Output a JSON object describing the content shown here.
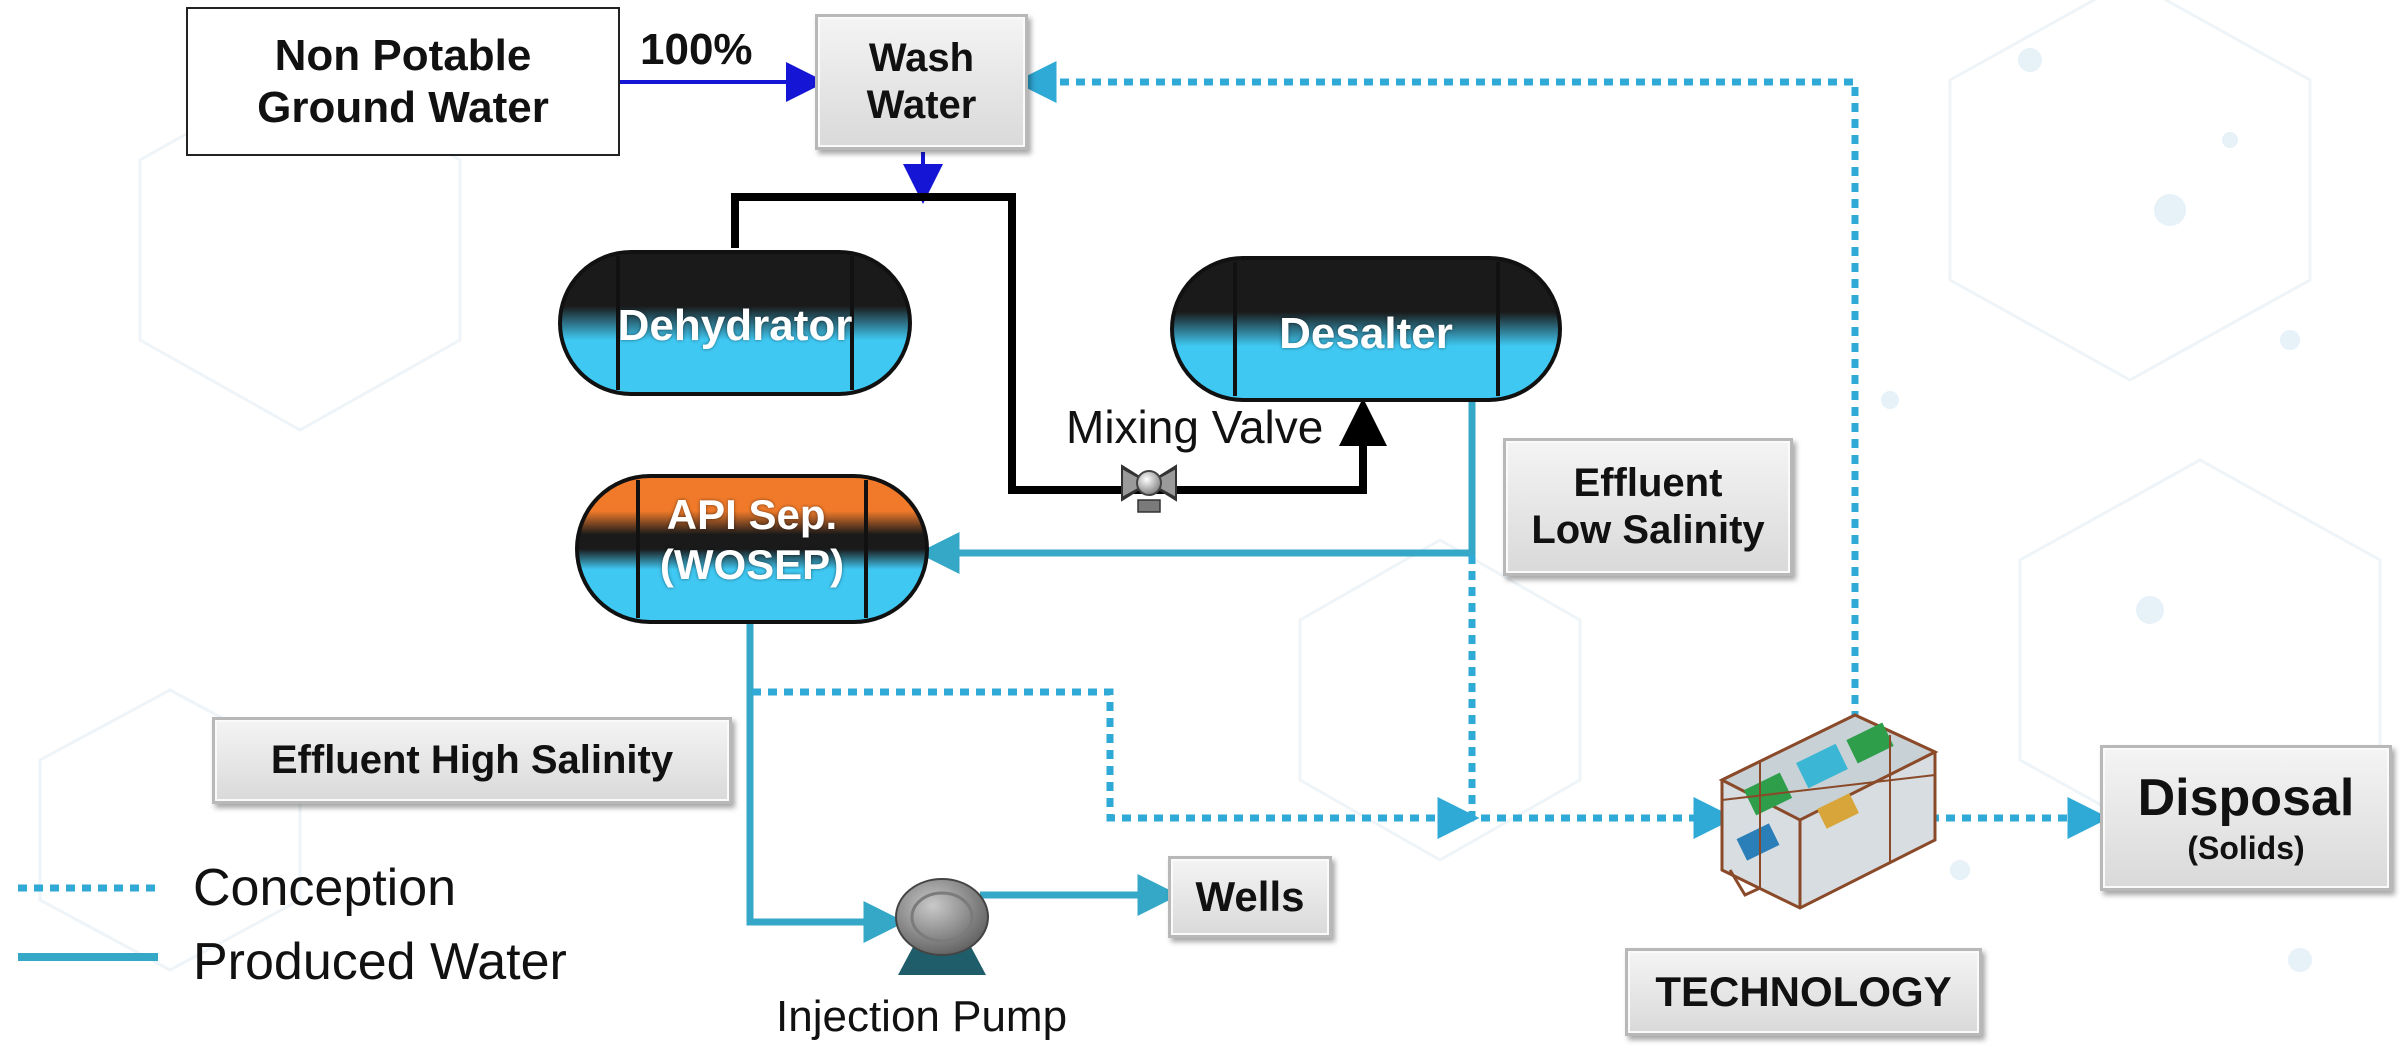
{
  "source": {
    "label_line1": "Non Potable",
    "label_line2": "Ground Water"
  },
  "flow_percent": "100%",
  "wash_water": {
    "line1": "Wash",
    "line2": "Water"
  },
  "dehydrator": {
    "label": "Dehydrator"
  },
  "desalter": {
    "label": "Desalter"
  },
  "mixing_valve": {
    "label": "Mixing Valve"
  },
  "api_separator": {
    "line1": "API Sep.",
    "line2": "(WOSEP)"
  },
  "effluent_low": {
    "line1": "Effluent",
    "line2": "Low Salinity"
  },
  "effluent_high": {
    "label": "Effluent High Salinity"
  },
  "wells": {
    "label": "Wells"
  },
  "injection_pump": {
    "label": "Injection Pump"
  },
  "technology": {
    "label": "TECHNOLOGY"
  },
  "disposal": {
    "line1": "Disposal",
    "line2": "(Solids)"
  },
  "legend": {
    "conception": "Conception",
    "produced_water": "Produced Water"
  },
  "colors": {
    "produced_water": "#35A8C8",
    "conception": "#2FA9D6",
    "wash_flow": "#1515D6",
    "pipe": "#000000",
    "tank_blue": "#3FC8F2",
    "tank_orange": "#F07A2A",
    "tank_dark": "#1A1A1A"
  }
}
